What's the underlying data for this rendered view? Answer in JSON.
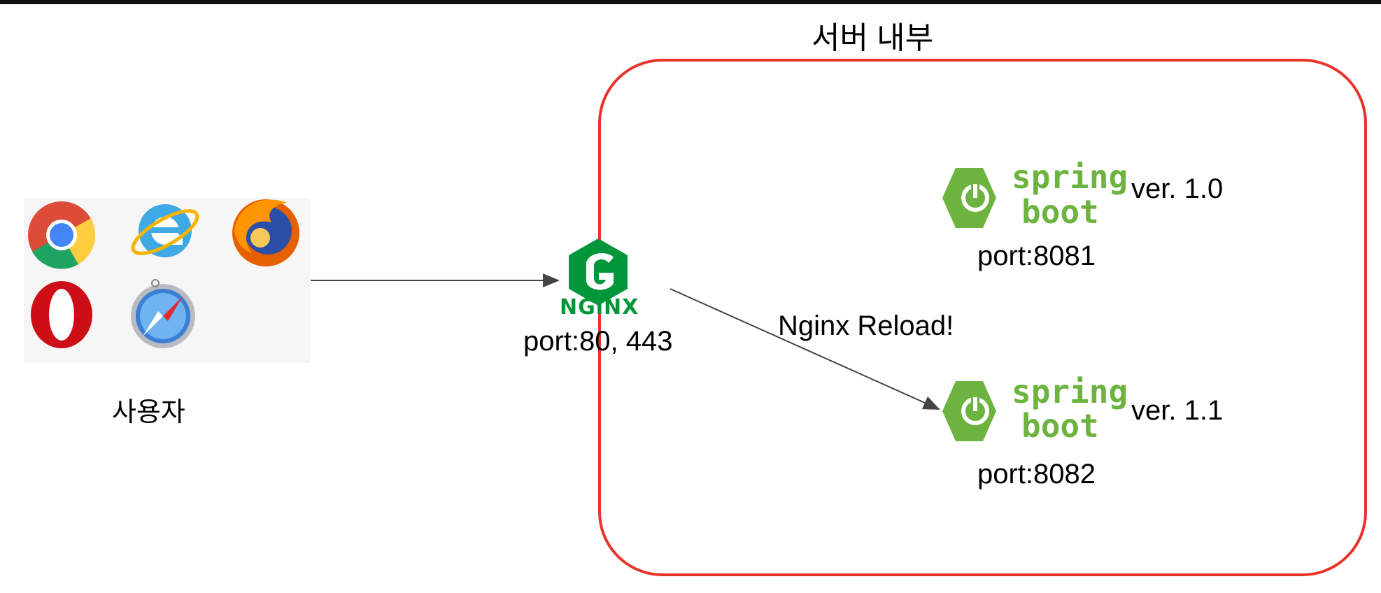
{
  "server_area": {
    "title": "서버 내부",
    "border_color": "#e8332a"
  },
  "users": {
    "label": "사용자",
    "browsers": [
      "chrome-icon",
      "internet-explorer-icon",
      "firefox-icon",
      "opera-icon",
      "safari-icon"
    ]
  },
  "nginx": {
    "logo_text": "NGiNX",
    "port_label": "port:80, 443",
    "color": "#009639"
  },
  "edge_label": "Nginx Reload!",
  "spring_apps": [
    {
      "logo_top": "spring",
      "logo_bottom": "boot",
      "version": "ver. 1.0",
      "port": "port:8081"
    },
    {
      "logo_top": "spring",
      "logo_bottom": "boot",
      "version": "ver. 1.1",
      "port": "port:8082"
    }
  ],
  "colors": {
    "spring_green": "#6db33f",
    "arrow": "#444444"
  }
}
